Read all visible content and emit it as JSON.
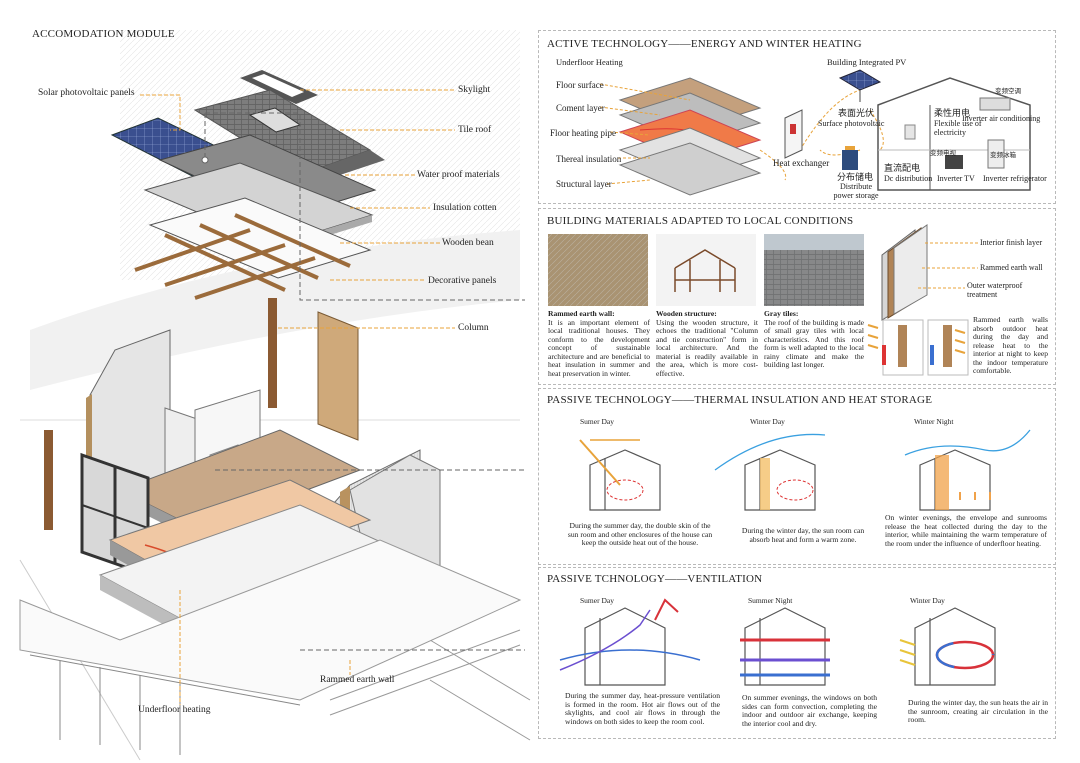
{
  "main": {
    "title": "ACCOMODATION MODULE",
    "labels": {
      "solar": "Solar photovoltaic panels",
      "skylight": "Skylight",
      "tile_roof": "Tile roof",
      "waterproof": "Water proof materials",
      "insulation": "Insulation cotten",
      "wooden_bean": "Wooden bean",
      "decorative": "Decorative panels",
      "column": "Column",
      "rammed": "Rammed earth wall",
      "underfloor": "Underfloor heating"
    }
  },
  "active": {
    "title": "ACTIVE TECHNOLOGY——ENERGY AND WINTER HEATING",
    "underfloor_title": "Underfloor Heating",
    "bipv_title": "Building Integrated PV",
    "layers": [
      "Floor surface",
      "Coment layer",
      "Floor heating pipe",
      "Thereal insulation",
      "Structural layer"
    ],
    "heat_exchanger": "Heat exchanger",
    "surface_pv_cn": "表面光伏",
    "surface_pv": "Surface photovoltaic",
    "flexible_cn": "柔性用电",
    "flexible": "Flexible use of electricity",
    "inverter_ac_cn": "变频空调",
    "inverter_ac": "Inverter air conditioning",
    "distribute_cn": "分布储电",
    "distribute": "Distribute power storage",
    "dc_cn": "直流配电",
    "dc": "Dc distribution",
    "tv_cn": "变频电视",
    "tv": "Inverter TV",
    "fridge_cn": "变频冰箱",
    "fridge": "Inverter refrigerator"
  },
  "materials": {
    "title": "BUILDING MATERIALS ADAPTED TO LOCAL CONDITIONS",
    "rammed_head": "Rammed earth wall:",
    "rammed_text": "It is an important element of local traditional houses. They conform to the development concept of sustainable architecture and are beneficial to heat insulation in summer and heat preservation in winter.",
    "wood_head": "Wooden structure:",
    "wood_text": "Using the wooden structure, it echoes the traditional \"Column and tie construction\" form in local architecture. And the material is readily available in the area, which is more cost-effective.",
    "tile_head": "Gray tiles:",
    "tile_text": "The roof of the building is made of small gray tiles with local characteristics. And this roof form is well adapted to the local rainy climate and make the building last longer.",
    "wall_layers": [
      "Interior finish layer",
      "Rammed earth wall",
      "Outer waterproof treatment"
    ],
    "wall_text": "Rammed earth walls absorb outdoor heat during the day and release heat to the interior at night to keep the indoor temperature comfortable."
  },
  "thermal": {
    "title": "PASSIVE TECHNOLOGY——THERMAL INSULATION AND HEAT STORAGE",
    "cases": [
      {
        "label": "Sumer Day",
        "text": "During the summer day, the double skin of the sun room and other enclosures of the house can keep the outside heat out of the house."
      },
      {
        "label": "Winter Day",
        "text": "During the winter day, the sun room can absorb heat and form a warm zone."
      },
      {
        "label": "Winter Night",
        "text": "On winter evenings, the envelope and sunrooms release the heat collected during the day to the interior, while maintaining the warm temperature of the room under the influence of underfloor heating."
      }
    ]
  },
  "ventilation": {
    "title": "PASSIVE TCHNOLOGY——VENTILATION",
    "cases": [
      {
        "label": "Sumer Day",
        "text": "During the summer day, heat-pressure ventilation is formed in the room. Hot air flows out of the skylights, and cool air flows in through the windows on both sides to keep the room cool."
      },
      {
        "label": "Summer Night",
        "text": "On summer evenings, the windows on both sides can form convection, completing the indoor and outdoor air exchange, keeping the interior cool and dry."
      },
      {
        "label": "Winter Day",
        "text": "During the winter day, the sun heats the air in the sunroom, creating air circulation in the room."
      }
    ]
  },
  "colors": {
    "accent": "#e8a33a",
    "warm": "#f0a24a",
    "cool": "#3a6fd0",
    "hot": "#d8323a"
  }
}
